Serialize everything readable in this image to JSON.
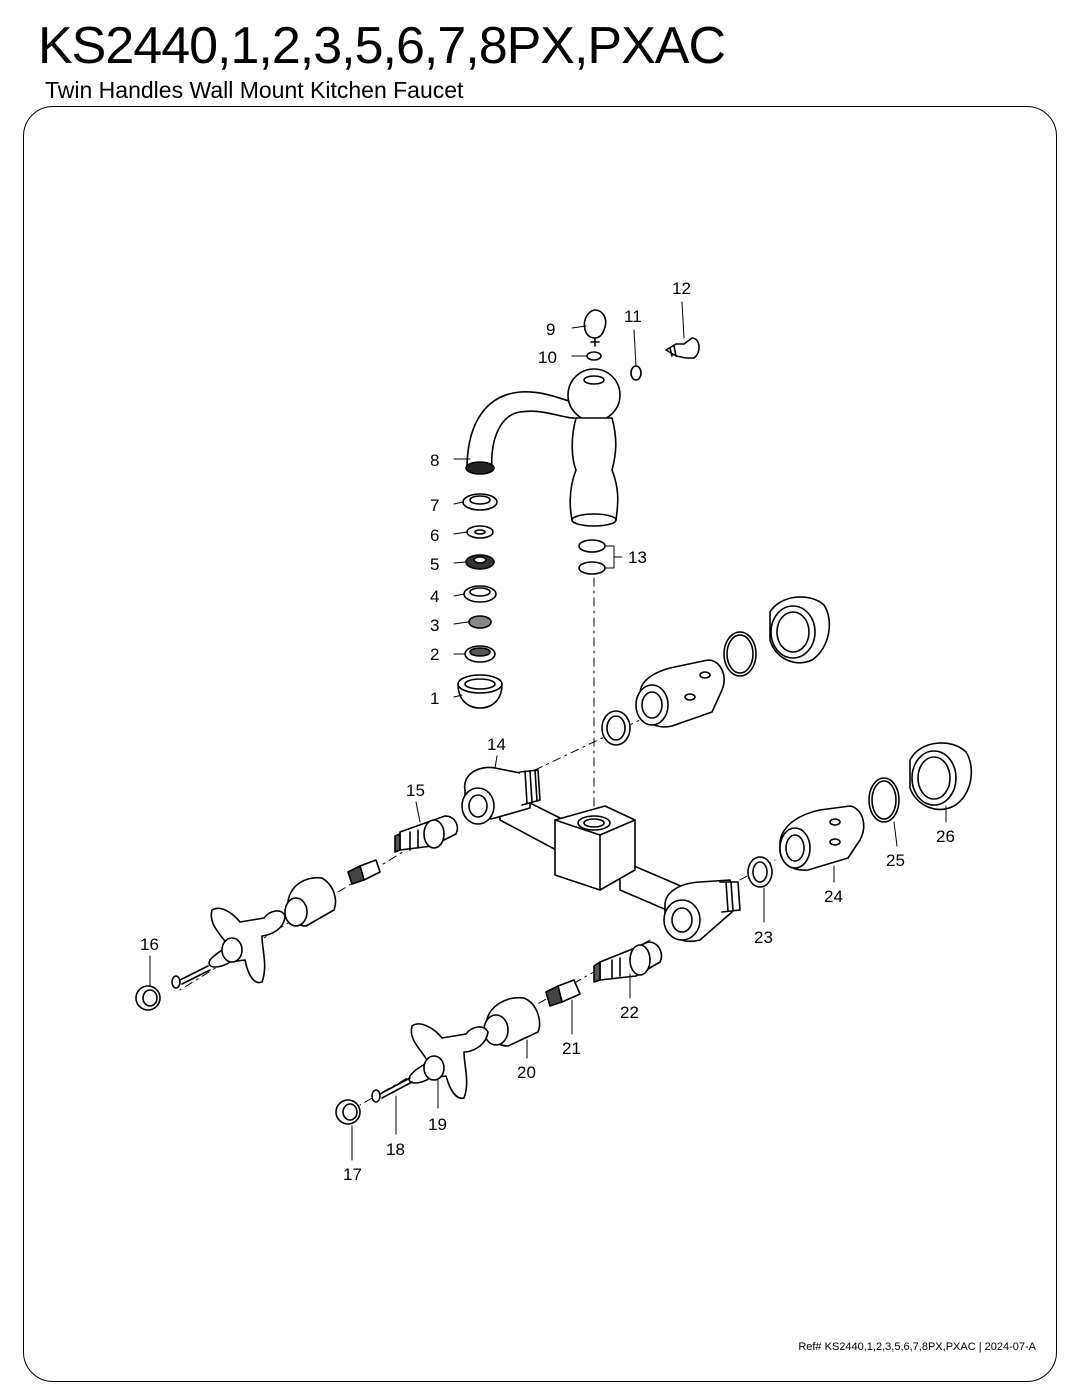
{
  "header": {
    "title": "KS2440,1,2,3,5,6,7,8PX,PXAC",
    "subtitle": "Twin Handles Wall Mount Kitchen Faucet"
  },
  "diagram": {
    "callouts": [
      "1",
      "2",
      "3",
      "4",
      "5",
      "6",
      "7",
      "8",
      "9",
      "10",
      "11",
      "12",
      "13",
      "14",
      "15",
      "16",
      "17",
      "18",
      "19",
      "20",
      "21",
      "22",
      "23",
      "24",
      "25",
      "26"
    ]
  },
  "footer": {
    "reference": "Ref# KS2440,1,2,3,5,6,7,8PX,PXAC | 2024-07-A"
  },
  "colors": {
    "line": "#000000",
    "background": "#ffffff"
  }
}
